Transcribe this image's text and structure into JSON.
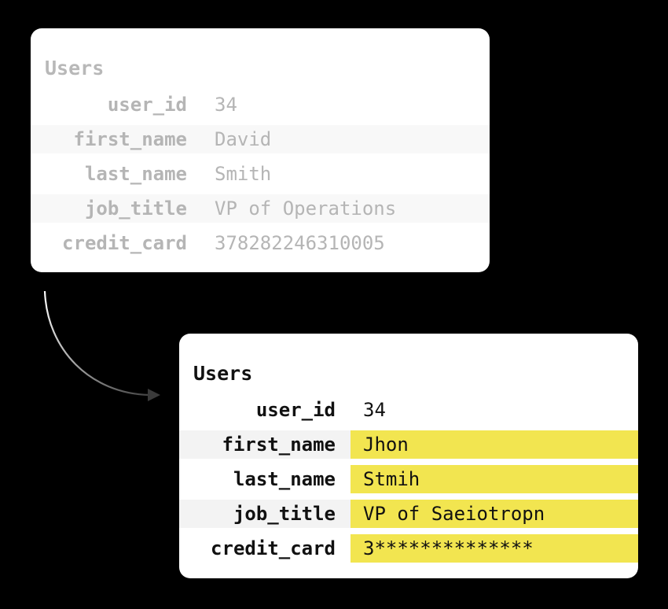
{
  "original_table": {
    "title": "Users",
    "rows": [
      {
        "field": "user_id",
        "value": "34"
      },
      {
        "field": "first_name",
        "value": "David"
      },
      {
        "field": "last_name",
        "value": "Smith"
      },
      {
        "field": "job_title",
        "value": "VP of Operations"
      },
      {
        "field": "credit_card",
        "value": "378282246310005"
      }
    ]
  },
  "masked_table": {
    "title": "Users",
    "rows": [
      {
        "field": "user_id",
        "value": "34"
      },
      {
        "field": "first_name",
        "value": "Jhon"
      },
      {
        "field": "last_name",
        "value": "Stmih"
      },
      {
        "field": "job_title",
        "value": "VP of Saeiotropn"
      },
      {
        "field": "credit_card",
        "value": "3**************"
      }
    ]
  },
  "colors": {
    "background": "#000000",
    "card": "#ffffff",
    "highlight": "#f2e550",
    "faded_text": "#b5b5b5",
    "strong_text": "#111111"
  }
}
